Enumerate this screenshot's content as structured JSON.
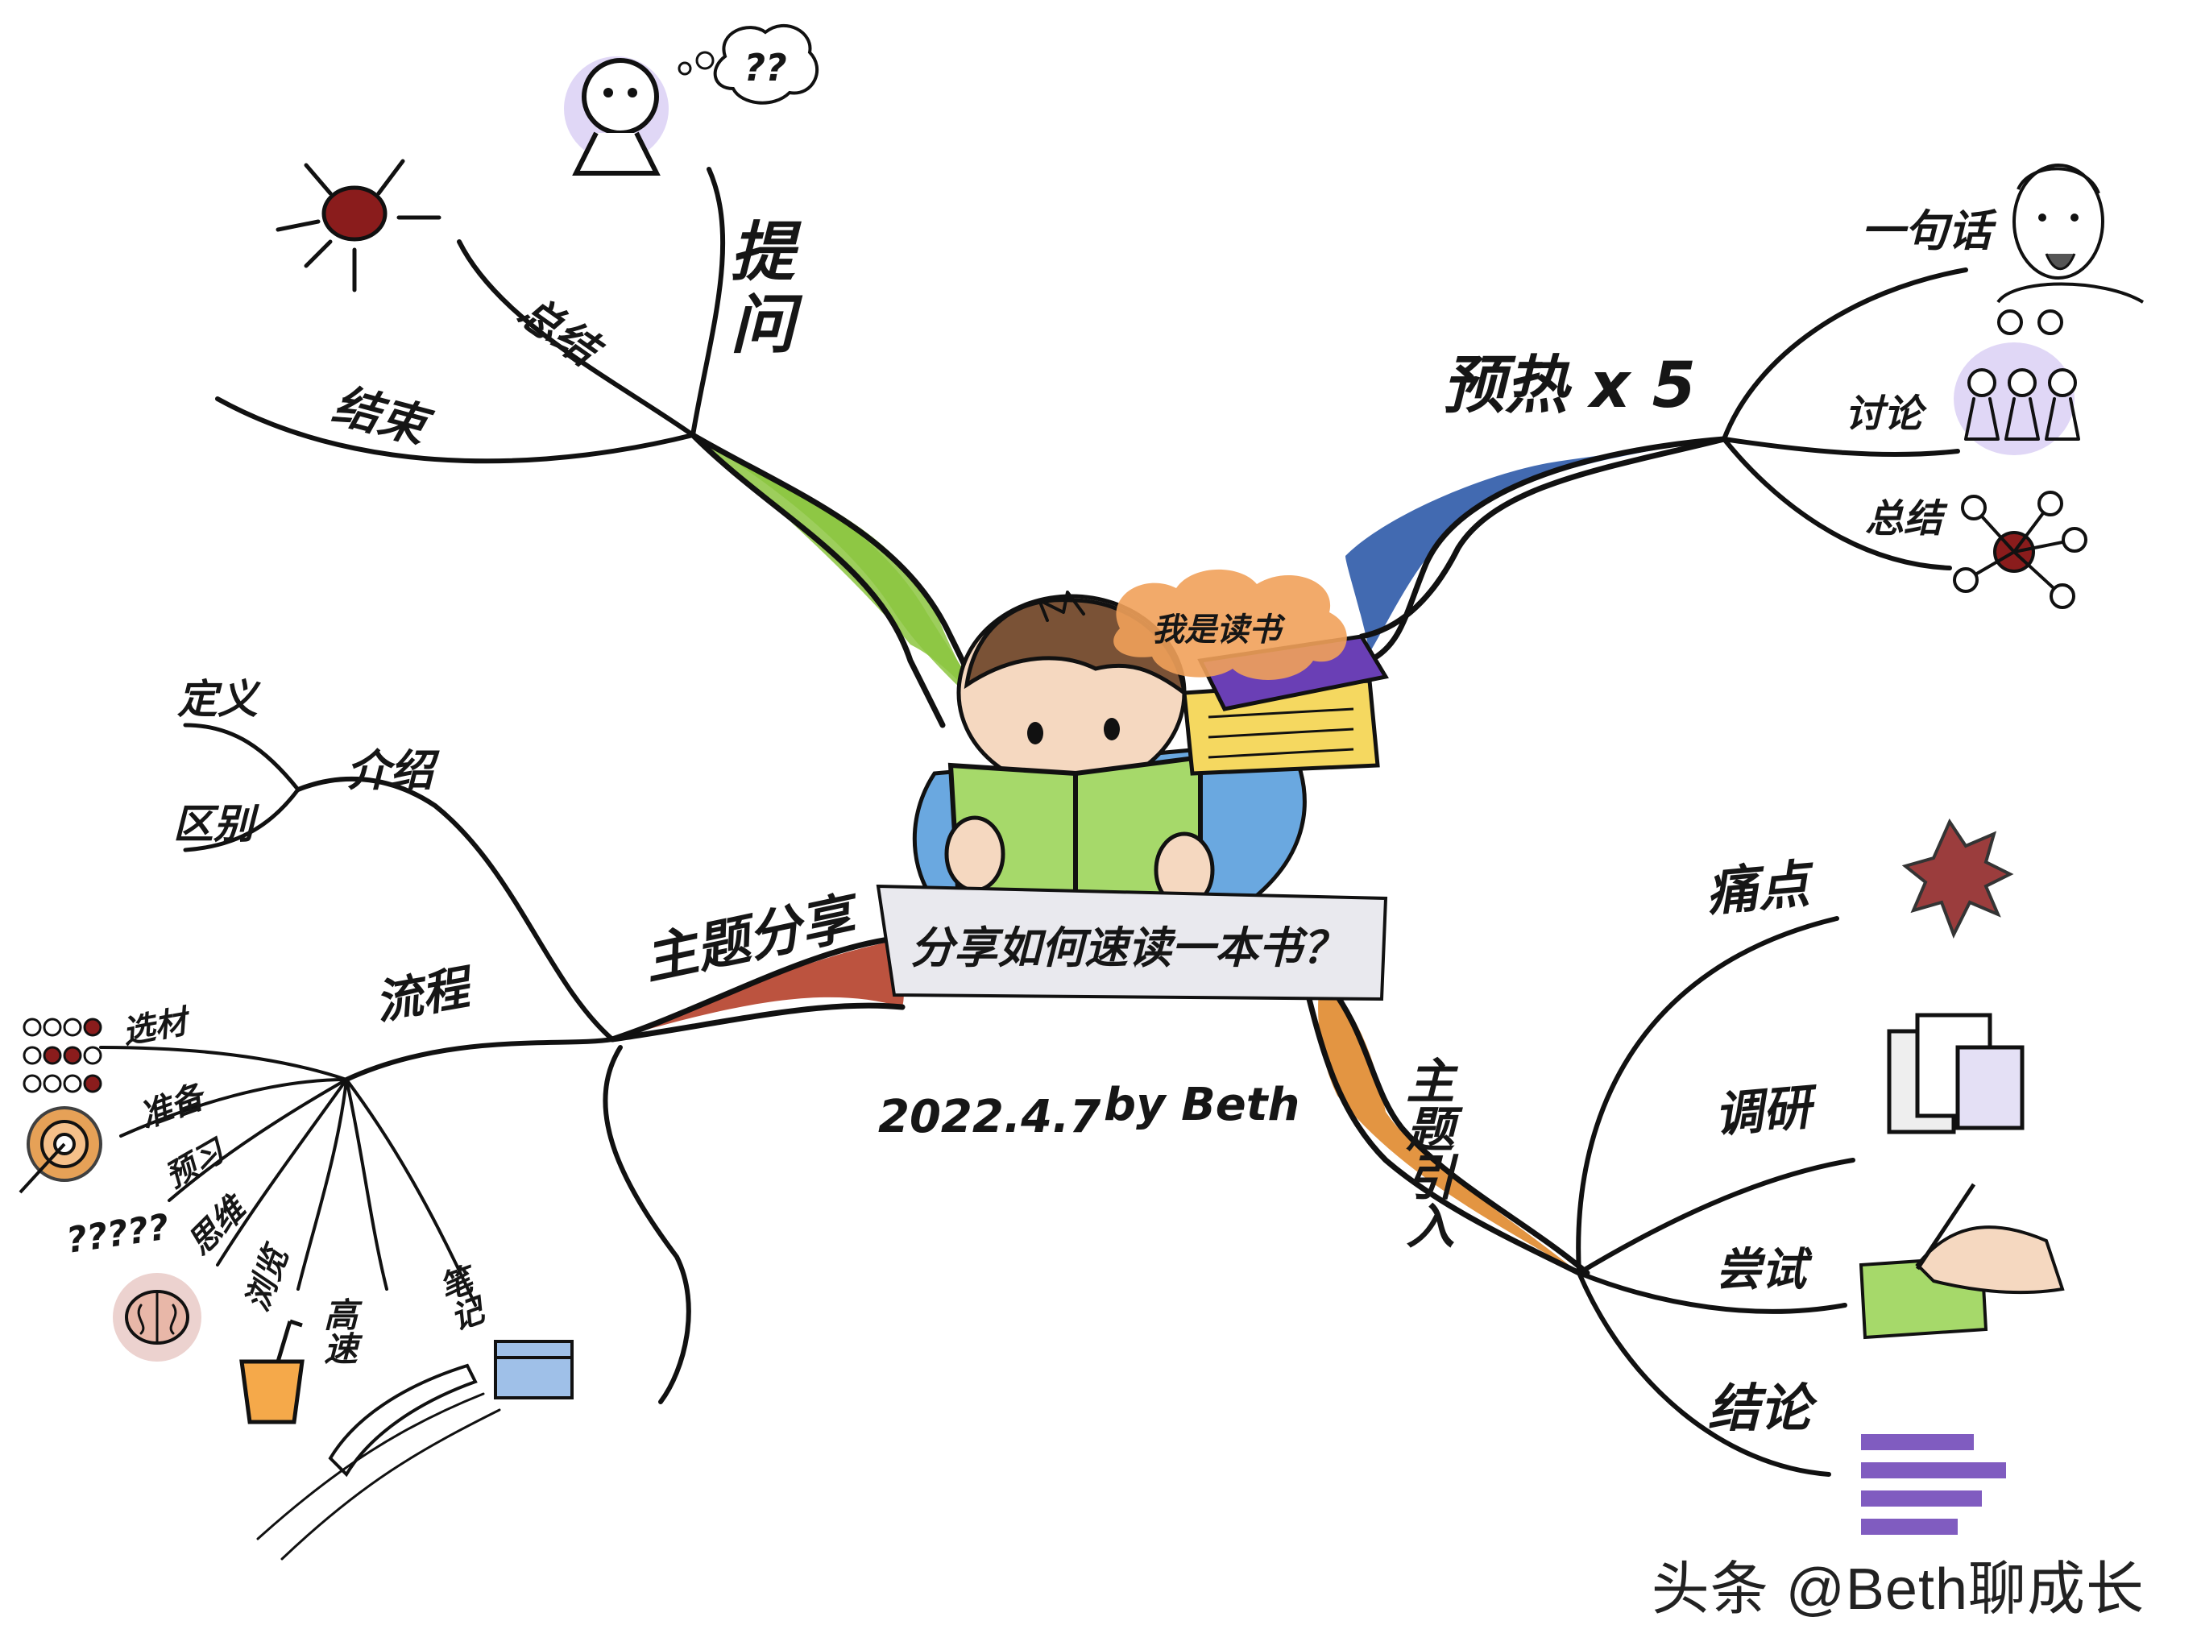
{
  "center": {
    "title": "分享如何速读一本书？",
    "bubble": "我是读书"
  },
  "date_label": "2022.4.7",
  "author_label": "by Beth",
  "branches": {
    "top_left": {
      "children": [
        "提问",
        "总结",
        "结束"
      ]
    },
    "top_right": {
      "label": "预热 x 5",
      "children": [
        "一句话",
        "讨论",
        "总结"
      ]
    },
    "bottom_left": {
      "label": "主题分享",
      "intro": {
        "label": "介绍",
        "children": [
          "定义",
          "区别"
        ]
      },
      "process": {
        "label": "流程",
        "children": [
          "选材",
          "准备",
          "预习",
          "思维",
          "浏览",
          "高速",
          "笔记"
        ]
      }
    },
    "bottom_right": {
      "label": "主题引入",
      "children": [
        "痛点",
        "调研",
        "尝试",
        "结论"
      ]
    }
  },
  "question_bubble": "??",
  "question_marks": "?????",
  "watermark": "头条 @Beth聊成长",
  "colors": {
    "green": "#8cc63f",
    "blue": "#2d5aa8",
    "red": "#b5402a",
    "orange": "#e08a2e",
    "lavender": "#cbbcf0",
    "purple": "#6a3fb5",
    "skin": "#f5d8c0",
    "hair": "#7a5236",
    "book_green": "#a6d96a",
    "shirt_blue": "#6aa8e0",
    "yellow": "#f5d860",
    "dark_red": "#8a1c1c"
  }
}
